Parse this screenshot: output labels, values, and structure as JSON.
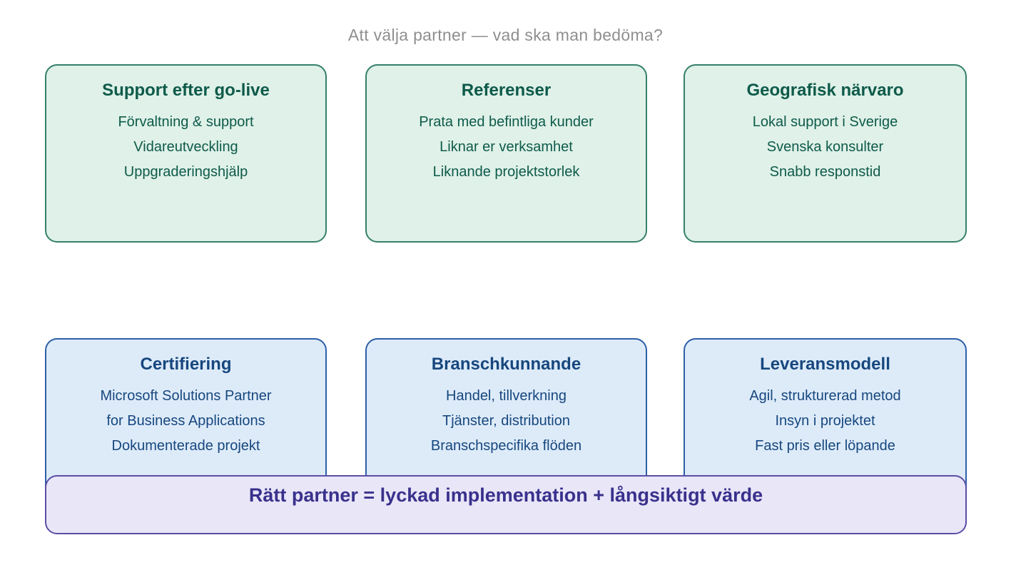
{
  "page": {
    "title": "Att välja partner — vad ska man bedöma?"
  },
  "colors": {
    "green_fill": "#dff1e8",
    "green_border": "#35806a",
    "green_text": "#0e5a4a",
    "blue_fill": "#ddebf9",
    "blue_border": "#2e5fa7",
    "blue_text": "#17477e",
    "banner_fill": "#e9e6f8",
    "banner_border": "#5a4fa5",
    "banner_text": "#39318c",
    "page_title_text": "#8f8f8f"
  },
  "cards": {
    "row1": [
      {
        "title": "Support efter go-live",
        "items": [
          "Förvaltning & support",
          "Vidareutveckling",
          "Uppgraderingshjälp"
        ]
      },
      {
        "title": "Referenser",
        "items": [
          "Prata med befintliga kunder",
          "Liknar er verksamhet",
          "Liknande projektstorlek"
        ]
      },
      {
        "title": "Geografisk närvaro",
        "items": [
          "Lokal support i Sverige",
          "Svenska konsulter",
          "Snabb responstid"
        ]
      }
    ],
    "row2": [
      {
        "title": "Certifiering",
        "items": [
          "Microsoft Solutions Partner",
          "for Business Applications",
          "Dokumenterade projekt"
        ]
      },
      {
        "title": "Branschkunnande",
        "items": [
          "Handel, tillverkning",
          "Tjänster, distribution",
          "Branschspecifika flöden"
        ]
      },
      {
        "title": "Leveransmodell",
        "items": [
          "Agil, strukturerad metod",
          "Insyn i projektet",
          "Fast pris eller löpande"
        ]
      }
    ]
  },
  "banner": {
    "text": "Rätt partner = lyckad implementation + långsiktigt värde"
  }
}
